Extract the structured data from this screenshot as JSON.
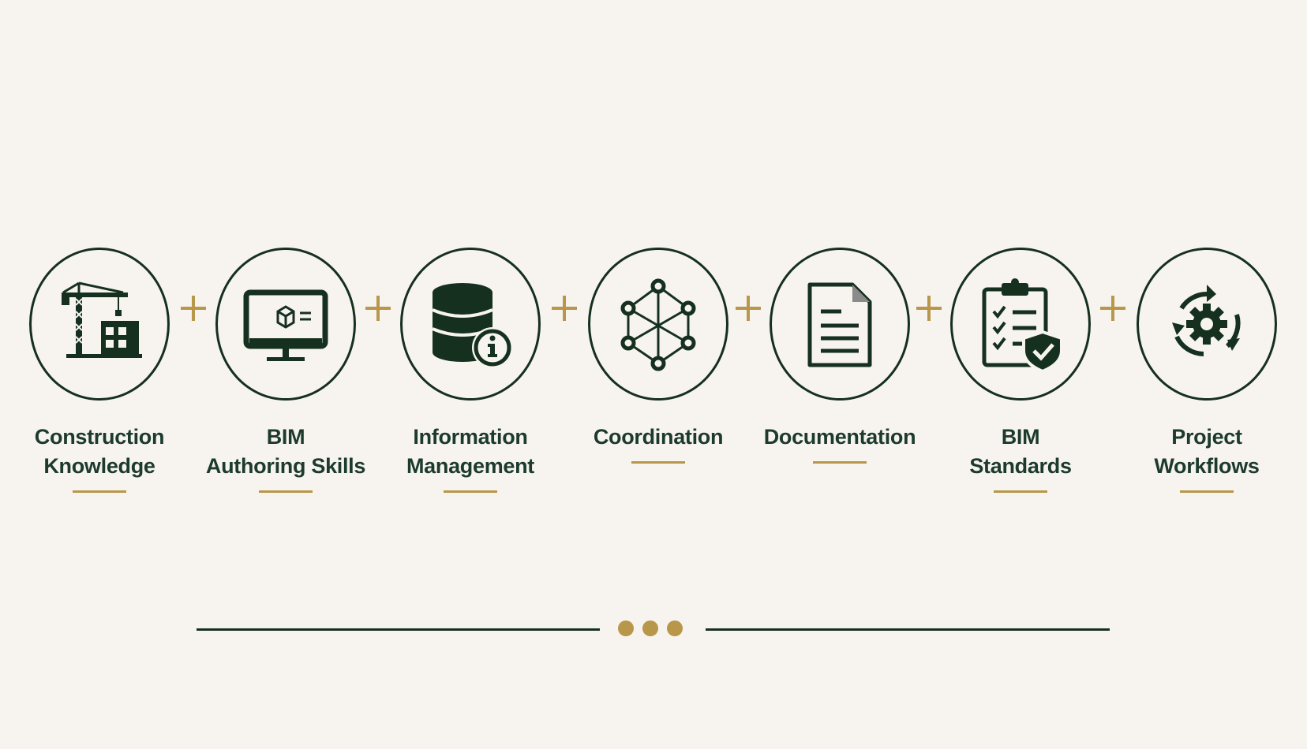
{
  "steps": [
    {
      "label": "Construction\nKnowledge",
      "icon": "crane-building-icon"
    },
    {
      "label": "BIM\nAuthoring Skills",
      "icon": "monitor-cube-icon"
    },
    {
      "label": "Information\nManagement",
      "icon": "database-info-icon"
    },
    {
      "label": "Coordination",
      "icon": "network-nodes-icon"
    },
    {
      "label": "Documentation",
      "icon": "document-icon"
    },
    {
      "label": "BIM\nStandards",
      "icon": "clipboard-shield-icon"
    },
    {
      "label": "Project\nWorkflows",
      "icon": "gear-cycle-icon"
    }
  ],
  "connector": "plus-icon",
  "footer": {
    "ornament": "three-dots"
  },
  "colors": {
    "background": "#f7f4ef",
    "primary": "#16301f",
    "accent": "#b8964a"
  }
}
